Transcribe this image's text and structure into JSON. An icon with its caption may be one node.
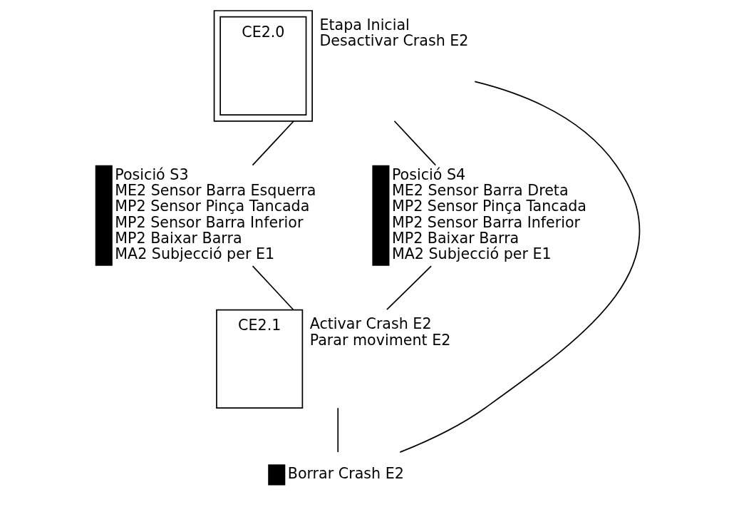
{
  "diagram": {
    "nodes": [
      {
        "text": [
          "CE2.0"
        ],
        "beside": [
          "Etapa Inicial",
          "Desactivar Crash E2"
        ]
      },
      {
        "text": [
          "Posició S3",
          "ME2 Sensor Barra Esquerra",
          "MP2 Sensor Pinça Tancada",
          "MP2 Sensor Barra Inferior",
          "MP2 Baixar Barra",
          "MA2 Subjecció per E1"
        ]
      },
      {
        "text": [
          "Posició S4",
          "ME2 Sensor Barra Dreta",
          "MP2 Sensor Pinça Tancada",
          "MP2 Sensor Barra Inferior",
          "MP2 Baixar Barra",
          "MA2 Subjecció per E1"
        ]
      },
      {
        "text": [
          "CE2.1"
        ],
        "beside": [
          "Activar Crash E2",
          "Parar moviment E2"
        ]
      },
      {
        "text": [
          "Borrar Crash E2"
        ]
      }
    ],
    "edges": [
      {
        "from": 0,
        "to": 1,
        "arrow": "none"
      },
      {
        "from": 0,
        "to": 2,
        "arrow": "none"
      },
      {
        "from": 1,
        "to": 3,
        "arrow": "none"
      },
      {
        "from": 2,
        "to": 3,
        "arrow": "none"
      },
      {
        "from": 3,
        "to": 4,
        "arrow": "none"
      },
      {
        "from": 4,
        "to": 0,
        "arrow": "none"
      }
    ]
  }
}
